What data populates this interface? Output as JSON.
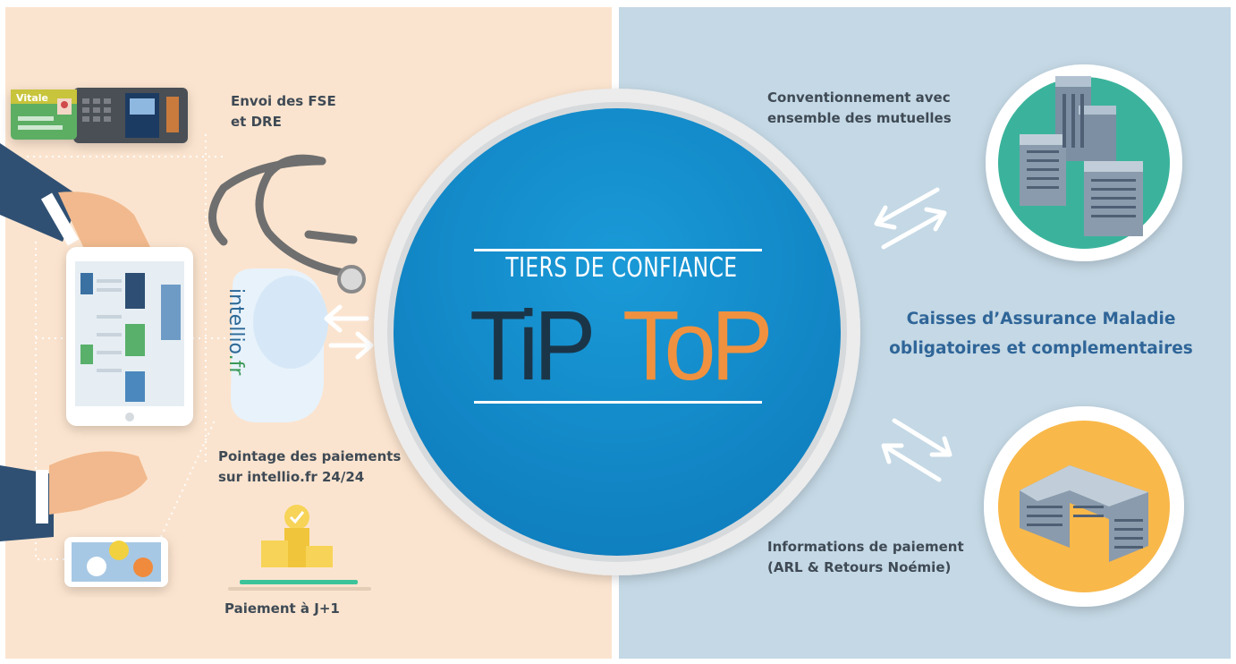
{
  "center": {
    "subtitle": "TIERS DE CONFIANCE",
    "logo_dark": "TiP",
    "logo_orange": "ToP"
  },
  "left": {
    "fse_line1": "Envoi des FSE",
    "fse_line2": "et DRE",
    "pointage_line1": "Pointage des paiements",
    "pointage_line2": "sur intellio.fr 24/24",
    "paiement": "Paiement à J+1",
    "vitale_card": "Vitale",
    "intellio_name": "intellio",
    "intellio_tld": ".fr"
  },
  "right": {
    "conventionnement_line1": "Conventionnement avec",
    "conventionnement_line2": "ensemble des mutuelles",
    "caisses_line1": "Caisses  d’Assurance Maladie",
    "caisses_line2": "obligatoires et complementaires",
    "informations_line1": "Informations de paiement",
    "informations_line2": "(ARL & Retours Noémie)"
  },
  "colors": {
    "left_bg": "#fbe4cf",
    "right_bg": "#c4d8e5",
    "circle_blue": "#1591cf",
    "logo_dark": "#1b3548",
    "logo_orange": "#f0913f",
    "label_text": "#3f4a55",
    "caisses_text": "#2f6598"
  }
}
